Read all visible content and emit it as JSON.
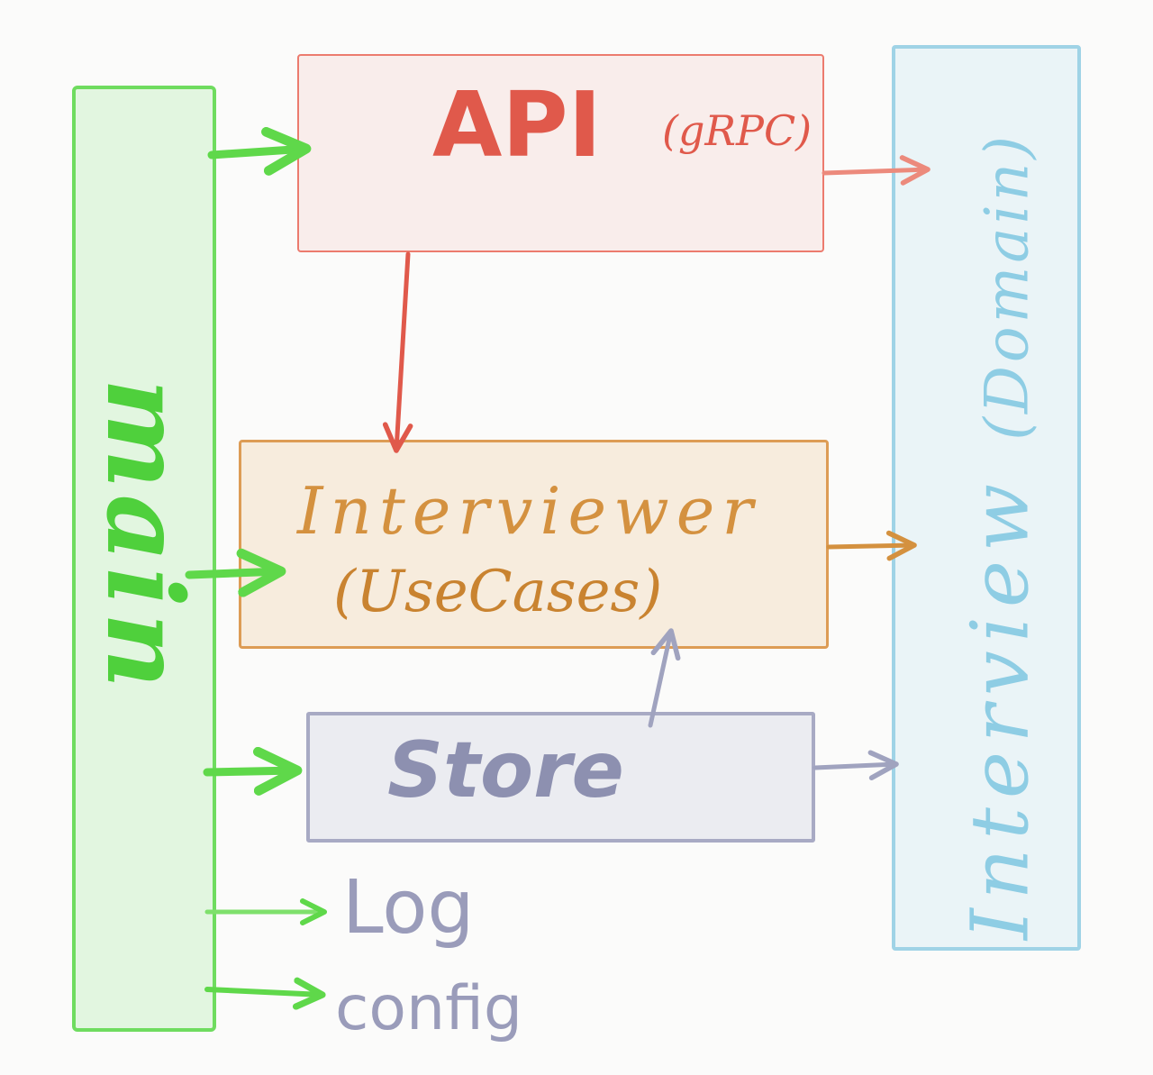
{
  "diagram": {
    "main": {
      "label": "main"
    },
    "api": {
      "title": "API",
      "subtitle": "(gRPC)"
    },
    "usecases": {
      "title": "Interviewer",
      "subtitle": "(UseCases)"
    },
    "store": {
      "label": "Store"
    },
    "log": {
      "label": "Log"
    },
    "config": {
      "label": "config"
    },
    "domain": {
      "title": "Interview",
      "subtitle": "(Domain)"
    },
    "colors": {
      "main": "#4fd03c",
      "api": "#e0594b",
      "usecases": "#d4913f",
      "store": "#8d90b0",
      "domain": "#8ecde4"
    }
  }
}
